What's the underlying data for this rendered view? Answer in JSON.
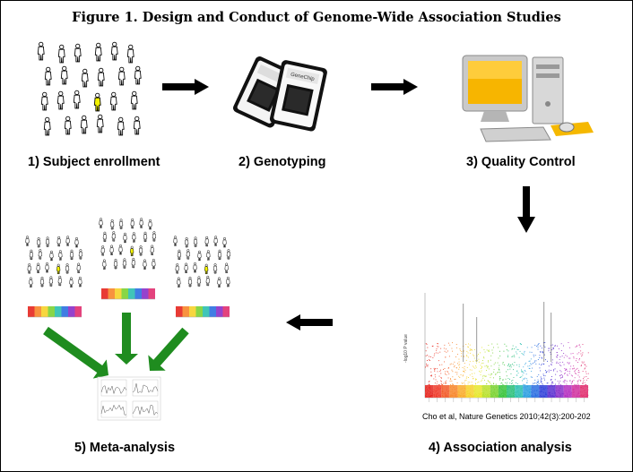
{
  "title": "Figure 1. Design and Conduct of Genome-Wide Association Studies",
  "steps": [
    {
      "label": "1) Subject enrollment",
      "icon": "crowd-icon"
    },
    {
      "label": "2) Genotyping",
      "icon": "genotyping-chip-icon"
    },
    {
      "label": "3) Quality Control",
      "icon": "computer-icon"
    },
    {
      "label": "4) Association analysis",
      "icon": "manhattan-plot-icon"
    },
    {
      "label": "5) Meta-analysis",
      "icon": "meta-analysis-icon"
    }
  ],
  "chip_text": "GeneChip",
  "citation": "Cho et al, Nature Genetics 2010;42(3):200-202",
  "plot_ylabel": "-log10 P value",
  "colors": {
    "arrow": "#000000",
    "meta_arrow": "#1f8c1f",
    "highlight": "#f2f200",
    "screen": "#f7b500",
    "mousepad": "#f5b800"
  }
}
